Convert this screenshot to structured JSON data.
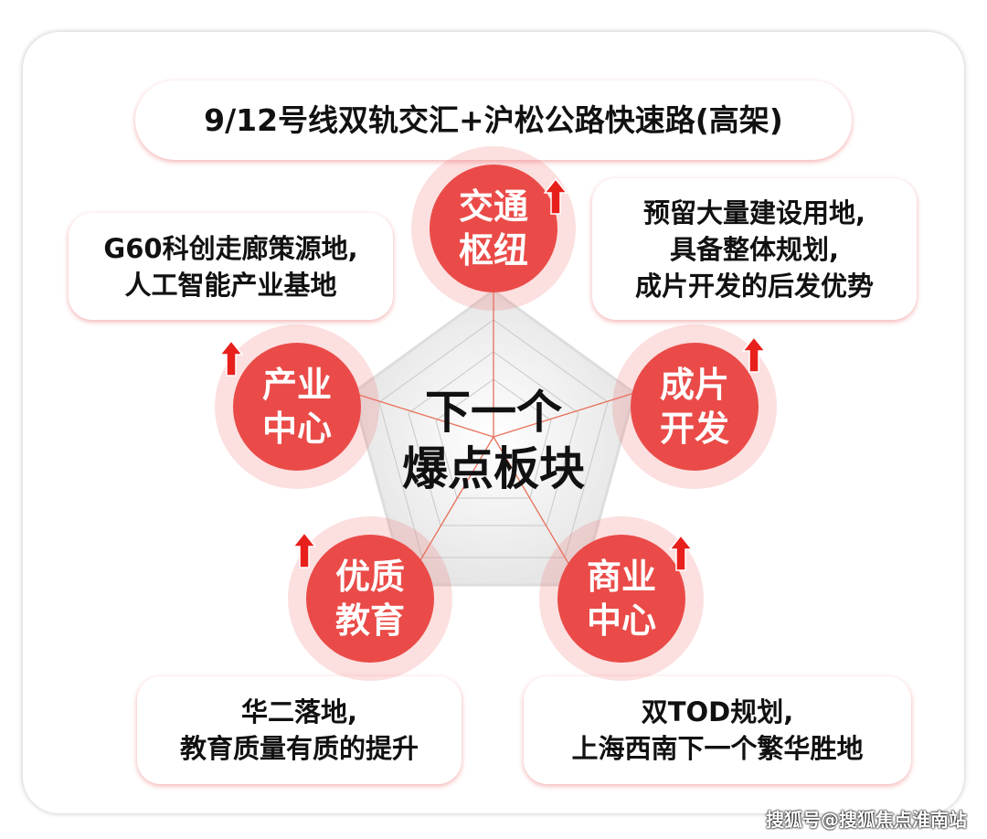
{
  "banner": "9/12号线双轨交汇+沪松公路快速路(高架)",
  "nodes": [
    {
      "line1": "交通",
      "line2": "枢纽"
    },
    {
      "line1": "成片",
      "line2": "开发"
    },
    {
      "line1": "商业",
      "line2": "中心"
    },
    {
      "line1": "优质",
      "line2": "教育"
    },
    {
      "line1": "产业",
      "line2": "中心"
    }
  ],
  "boxes": {
    "left": [
      "G60科创走廊策源地,",
      "人工智能产业基地"
    ],
    "right": [
      "预留大量建设用地,",
      "具备整体规划,",
      "成片开发的后发优势"
    ],
    "bottom_left": [
      "华二落地,",
      "教育质量有质的提升"
    ],
    "bottom_right": [
      "双TOD规划,",
      "上海西南下一个繁华胜地"
    ]
  },
  "center": {
    "line1": "下一个",
    "line2": "爆点板块"
  },
  "watermark": "搜狐号@搜狐焦点淮南站",
  "colors": {
    "accent": "#ea4b48",
    "arrow": "#e8201c"
  }
}
